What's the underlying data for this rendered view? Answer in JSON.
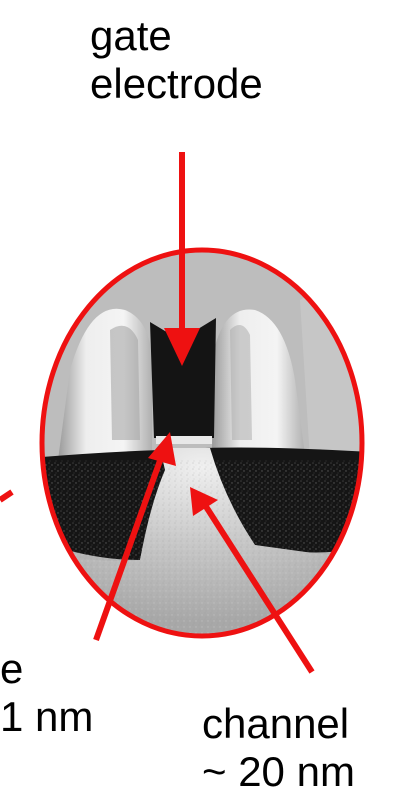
{
  "labels": {
    "gate": [
      "gate",
      "electrode"
    ],
    "channel": [
      "channel",
      "~ 20 nm"
    ],
    "oxide": [
      "e",
      "1 nm"
    ]
  },
  "colors": {
    "outline": "#ee1111",
    "arrow": "#ee1111",
    "gate_metal": "#141414",
    "silicon": "#b8b8b8",
    "spacer": "#e6e6e6",
    "text": "#000000"
  }
}
